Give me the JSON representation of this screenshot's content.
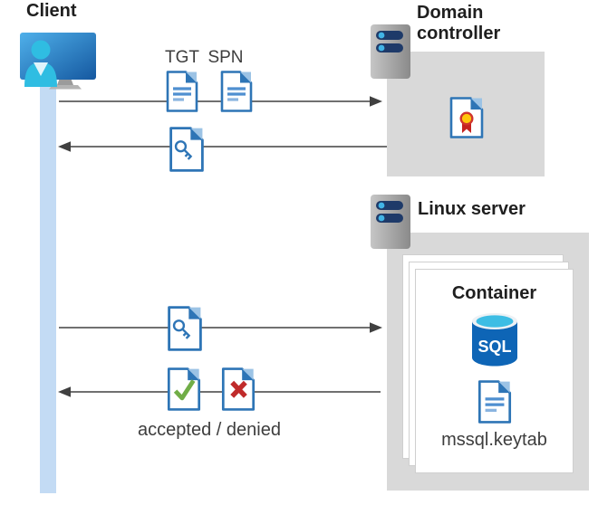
{
  "client": {
    "label": "Client"
  },
  "messages": {
    "tgt": "TGT",
    "spn": "SPN",
    "accepted_denied": "accepted / denied"
  },
  "domain_controller": {
    "label": "Domain controller"
  },
  "linux_server": {
    "label": "Linux server",
    "container": {
      "label": "Container",
      "sql_badge": "SQL",
      "keytab": "mssql.keytab"
    }
  },
  "icons": {
    "client": "user-at-monitor-icon",
    "domain_controller": "server-icon",
    "linux_server": "server-icon",
    "tgt": "document-ticket-icon",
    "spn": "document-ticket-icon",
    "service_ticket": "document-key-icon",
    "certificate": "certificate-seal-icon",
    "accepted": "document-check-icon",
    "denied": "document-x-icon",
    "sql": "sql-database-icon",
    "keytab_file": "document-ticket-icon"
  },
  "colors": {
    "doc_border_blue": "#2e75b6",
    "doc_fold_light": "#9cc3e5",
    "doc_line_blue": "#4f8fd0",
    "doc_line_light": "#8ab4e0",
    "box_gray": "#d9d9d9",
    "client_bar_blue": "#c3dbf4",
    "arrow_dark": "#404040",
    "check_green": "#70ad47",
    "deny_red": "#c02b2b",
    "seal_yellow": "#ffc60a",
    "seal_ribbon_red": "#c5221f",
    "sql_body_blue": "#0e65b6",
    "sql_top_cyan": "#3dbde4",
    "server_pill_navy": "#1e3a69",
    "server_dot_blue": "#41b4e6"
  }
}
